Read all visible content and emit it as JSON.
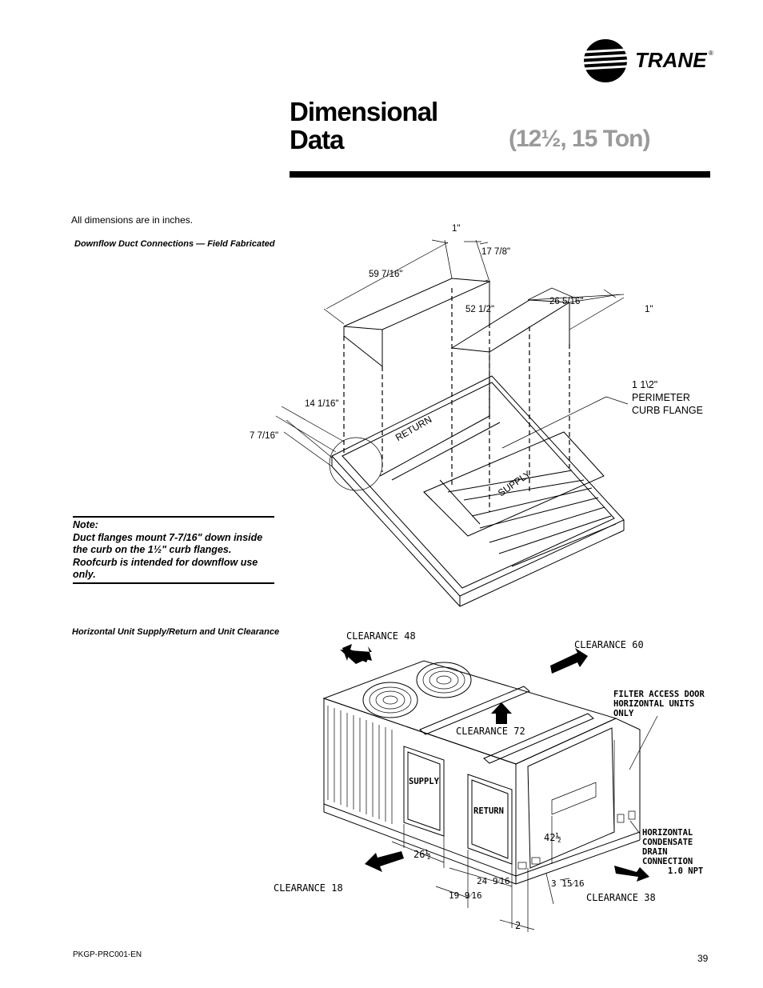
{
  "header": {
    "brand": "TRANE",
    "trademark": "®",
    "title_line1": "Dimensional",
    "title_line2": "Data",
    "title_sub": "(12½, 15 Ton)"
  },
  "intro": "All dimensions are in inches.",
  "figure1": {
    "caption": "Downflow Duct Connections — Field Fabricated",
    "dims": {
      "d_1_top": "1\"",
      "d_17_7_8": "17 7/8\"",
      "d_59_7_16": "59 7/16\"",
      "d_26_5_16": "26 5/16\"",
      "d_52_1_2": "52 1/2\"",
      "d_1_right": "1\"",
      "d_14_1_16": "14 1/16\"",
      "d_7_7_16": "7 7/16\""
    },
    "flange_label_1": "1 1\\2\"",
    "flange_label_2": "PERIMETER",
    "flange_label_3": "CURB FLANGE",
    "return_label": "RETURN",
    "supply_label": "SUPPLY"
  },
  "note": {
    "heading": "Note:",
    "line1": "Duct flanges mount 7-7/16\" down inside",
    "line2": "the curb on the 1½\" curb flanges.",
    "line3": "Roofcurb is intended for downflow use",
    "line4": "only."
  },
  "figure2": {
    "caption": "Horizontal Unit Supply/Return and Unit Clearance",
    "clearance_48": "CLEARANCE 48",
    "clearance_60": "CLEARANCE 60",
    "clearance_72": "CLEARANCE 72",
    "clearance_18": "CLEARANCE 18",
    "clearance_38": "CLEARANCE 38",
    "filter_1": "FILTER ACCESS DOOR",
    "filter_2": "HORIZONTAL UNITS",
    "filter_3": "ONLY",
    "drain_1": "HORIZONTAL",
    "drain_2": "CONDENSATE",
    "drain_3": "DRAIN",
    "drain_4": "CONNECTION",
    "drain_5": "1.0 NPT",
    "supply_label": "SUPPLY",
    "return_label": "RETURN",
    "dims": {
      "d_26_1_2": "26½",
      "d_19_9_16": "19 9⁄16",
      "d_24_9_16": "24 9⁄16",
      "d_3_15_16": "3 15⁄16",
      "d_42_1_2": "42½",
      "d_2": "2"
    }
  },
  "footer": {
    "doc_code": "PKGP-PRC001-EN",
    "page_number": "39"
  }
}
